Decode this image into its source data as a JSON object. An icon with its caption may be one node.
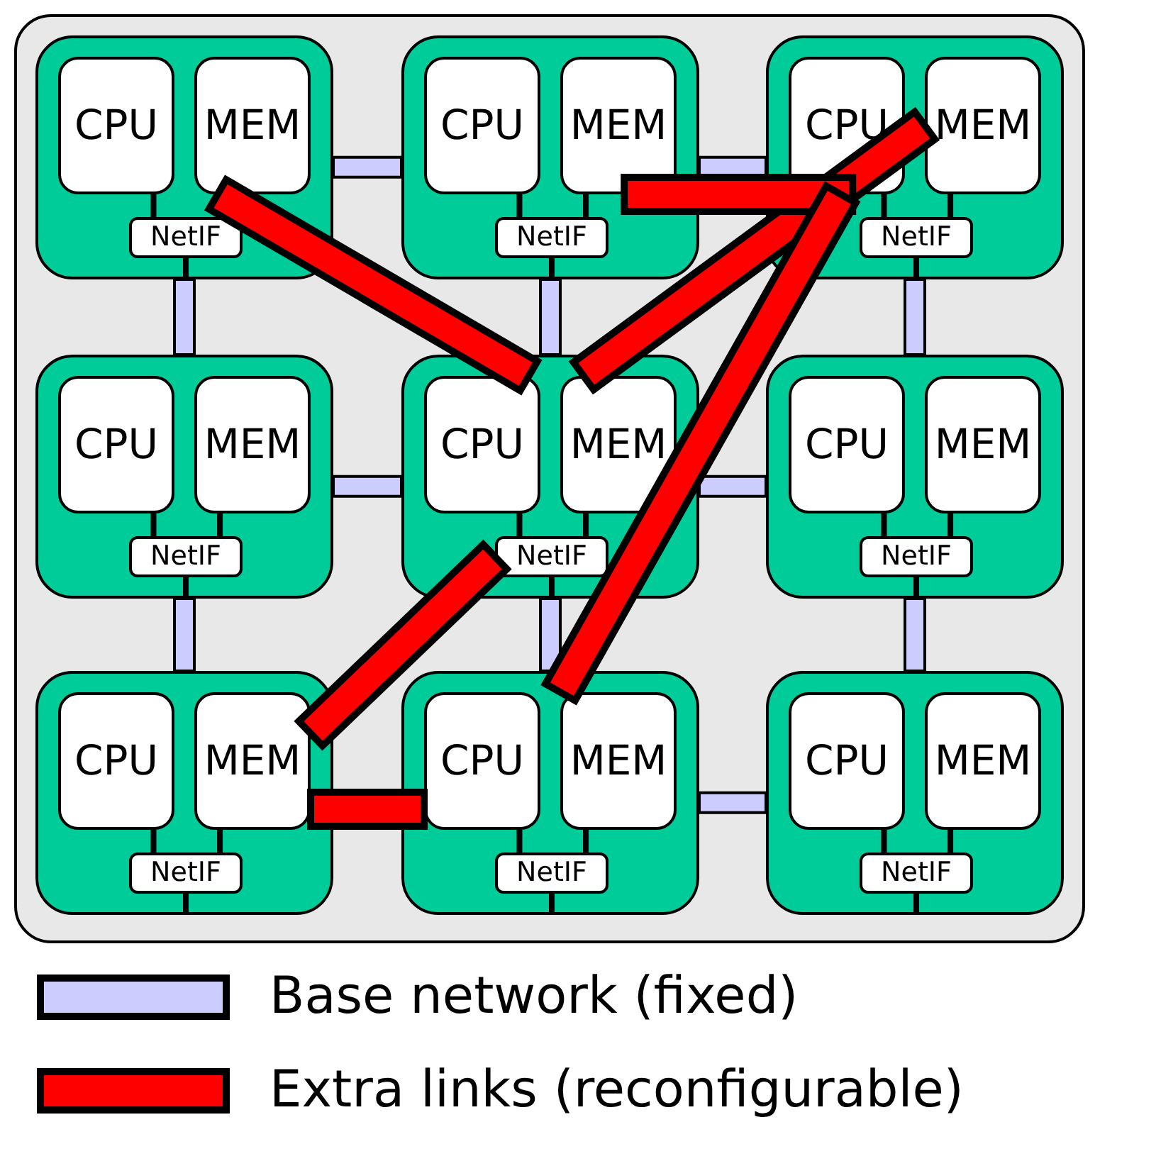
{
  "diagram": {
    "nodes": [
      {
        "text": [],
        "shape": "box"
      },
      {
        "text": [],
        "shape": "box",
        "in": 0
      },
      {
        "text": [
          "CPU"
        ],
        "in": 1
      },
      {
        "text": [
          "MEM"
        ],
        "in": 1
      },
      {
        "text": [
          "NetIF"
        ],
        "in": 1
      },
      {
        "text": [],
        "shape": "box",
        "in": 0
      },
      {
        "text": [
          "CPU"
        ],
        "in": 5
      },
      {
        "text": [
          "MEM"
        ],
        "in": 5
      },
      {
        "text": [
          "NetIF"
        ],
        "in": 5
      },
      {
        "text": [],
        "shape": "box",
        "in": 0
      },
      {
        "text": [
          "CPU"
        ],
        "in": 9
      },
      {
        "text": [
          "MEM"
        ],
        "in": 9
      },
      {
        "text": [
          "NetIF"
        ],
        "in": 9
      },
      {
        "text": [],
        "shape": "box",
        "in": 0
      },
      {
        "text": [
          "CPU"
        ],
        "in": 13
      },
      {
        "text": [
          "MEM"
        ],
        "in": 13
      },
      {
        "text": [
          "NetIF"
        ],
        "in": 13
      },
      {
        "text": [],
        "shape": "box",
        "in": 0
      },
      {
        "text": [
          "CPU"
        ],
        "in": 17
      },
      {
        "text": [
          "MEM"
        ],
        "in": 17
      },
      {
        "text": [
          "NetIF"
        ],
        "in": 17
      },
      {
        "text": [],
        "shape": "box",
        "in": 0
      },
      {
        "text": [
          "CPU"
        ],
        "in": 21
      },
      {
        "text": [
          "MEM"
        ],
        "in": 21
      },
      {
        "text": [
          "NetIF"
        ],
        "in": 21
      },
      {
        "text": [],
        "shape": "box",
        "in": 0
      },
      {
        "text": [
          "CPU"
        ],
        "in": 25
      },
      {
        "text": [
          "MEM"
        ],
        "in": 25
      },
      {
        "text": [
          "NetIF"
        ],
        "in": 25
      },
      {
        "text": [],
        "shape": "box",
        "in": 0
      },
      {
        "text": [
          "CPU"
        ],
        "in": 29
      },
      {
        "text": [
          "MEM"
        ],
        "in": 29
      },
      {
        "text": [
          "NetIF"
        ],
        "in": 29
      },
      {
        "text": [],
        "shape": "box",
        "in": 0
      },
      {
        "text": [
          "CPU"
        ],
        "in": 33
      },
      {
        "text": [
          "MEM"
        ],
        "in": 33
      },
      {
        "text": [
          "NetIF"
        ],
        "in": 33
      }
    ],
    "edges": [
      {
        "from": 2,
        "to": 4,
        "arrow": "none"
      },
      {
        "from": 6,
        "to": 8,
        "arrow": "none"
      },
      {
        "from": 7,
        "to": 8,
        "arrow": "none"
      },
      {
        "from": 10,
        "to": 12,
        "arrow": "none"
      },
      {
        "from": 11,
        "to": 12,
        "arrow": "none"
      },
      {
        "from": 14,
        "to": 16,
        "arrow": "none"
      },
      {
        "from": 15,
        "to": 16,
        "arrow": "none"
      },
      {
        "from": 18,
        "to": 20,
        "arrow": "none"
      },
      {
        "from": 19,
        "to": 20,
        "arrow": "none"
      },
      {
        "from": 22,
        "to": 24,
        "arrow": "none"
      },
      {
        "from": 23,
        "to": 24,
        "arrow": "none"
      },
      {
        "from": 26,
        "to": 28,
        "arrow": "none"
      },
      {
        "from": 27,
        "to": 28,
        "arrow": "none"
      },
      {
        "from": 30,
        "to": 32,
        "arrow": "none"
      },
      {
        "from": 31,
        "to": 32,
        "arrow": "none"
      },
      {
        "from": 34,
        "to": 36,
        "arrow": "none"
      },
      {
        "from": 35,
        "to": 36,
        "arrow": "none"
      },
      {
        "from": 1,
        "to": 5,
        "arrow": "none",
        "style": "thick",
        "color": "#ccccff"
      },
      {
        "from": 5,
        "to": 9,
        "arrow": "none",
        "style": "thick",
        "color": "#ccccff"
      },
      {
        "from": 13,
        "to": 17,
        "arrow": "none",
        "style": "thick",
        "color": "#ccccff"
      },
      {
        "from": 17,
        "to": 21,
        "arrow": "none",
        "style": "thick",
        "color": "#ccccff"
      },
      {
        "from": 29,
        "to": 33,
        "arrow": "none",
        "style": "thick",
        "color": "#ccccff"
      },
      {
        "from": 1,
        "to": 13,
        "arrow": "none",
        "style": "thick",
        "color": "#ccccff"
      },
      {
        "from": 13,
        "to": 25,
        "arrow": "none",
        "style": "thick",
        "color": "#ccccff"
      },
      {
        "from": 5,
        "to": 17,
        "arrow": "none",
        "style": "thick",
        "color": "#ccccff"
      },
      {
        "from": 17,
        "to": 29,
        "arrow": "none",
        "style": "thick",
        "color": "#ccccff"
      },
      {
        "from": 9,
        "to": 21,
        "arrow": "none",
        "style": "thick",
        "color": "#ccccff"
      },
      {
        "from": 21,
        "to": 33,
        "arrow": "none",
        "style": "thick",
        "color": "#ccccff"
      },
      {
        "from": 3,
        "to": 18,
        "arrow": "none",
        "style": "thick",
        "color": "#ff0000"
      },
      {
        "from": 19,
        "to": 11,
        "arrow": "none",
        "style": "thick",
        "color": "#ff0000"
      },
      {
        "from": 7,
        "to": 10,
        "arrow": "none",
        "style": "thick",
        "color": "#ff0000"
      },
      {
        "from": 20,
        "to": 27,
        "arrow": "none",
        "style": "thick",
        "color": "#ff0000"
      },
      {
        "from": 27,
        "to": 30,
        "arrow": "none",
        "style": "thick",
        "color": "#ff0000"
      },
      {
        "from": 31,
        "to": 10,
        "arrow": "none",
        "style": "thick",
        "color": "#ff0000"
      },
      {
        "from": 4,
        "to": 1,
        "arrow": "none"
      },
      {
        "from": 8,
        "to": 5,
        "arrow": "none"
      },
      {
        "from": 12,
        "to": 9,
        "arrow": "none"
      },
      {
        "from": 16,
        "to": 13,
        "arrow": "none"
      },
      {
        "from": 20,
        "to": 17,
        "arrow": "none"
      },
      {
        "from": 24,
        "to": 21,
        "arrow": "none"
      },
      {
        "from": 28,
        "to": 25,
        "arrow": "none"
      },
      {
        "from": 32,
        "to": 29,
        "arrow": "none"
      },
      {
        "from": 36,
        "to": 33,
        "arrow": "none"
      }
    ],
    "legend": [
      {
        "text": "Base network (fixed)",
        "color": "#ccccff"
      },
      {
        "text": "Extra links (reconfigurable)",
        "color": "#ff0000"
      }
    ]
  }
}
